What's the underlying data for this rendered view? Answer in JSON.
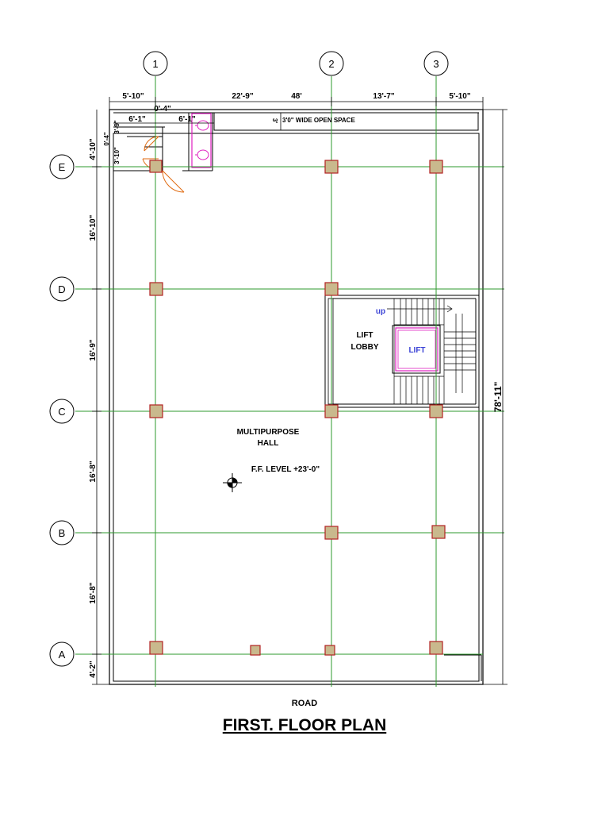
{
  "title": "FIRST. FLOOR PLAN",
  "road_label": "ROAD",
  "grid_columns": [
    "1",
    "2",
    "3"
  ],
  "grid_rows": [
    "E",
    "D",
    "C",
    "B",
    "A"
  ],
  "top_dims": {
    "d1": "5'-10\"",
    "d2": "22'-9\"",
    "d3": "48'",
    "d4": "13'-7\"",
    "d5": "5'-10\"",
    "toilet_a": "6'-1\"",
    "toilet_b": "6'-1\"",
    "wall": "0'-4\""
  },
  "left_dims": {
    "e": "4'-10\"",
    "ed": "16'-10\"",
    "dc": "16'-9\"",
    "cb": "16'-8\"",
    "ba": "16'-8\"",
    "a": "4'-2\"",
    "small1": "3'-9\"",
    "small2": "0'-4\"",
    "small3": "3'-10\""
  },
  "right_dim": "78'-11\"",
  "open_space": {
    "dim": "3'",
    "label": "3'0\" WIDE OPEN SPACE"
  },
  "rooms": {
    "hall_line1": "MULTIPURPOSE",
    "hall_line2": "HALL",
    "level": "F.F. LEVEL +23'-0\"",
    "lobby_line1": "LIFT",
    "lobby_line2": "LOBBY",
    "lift": "LIFT",
    "stair_up": "up"
  },
  "colors": {
    "grid": "#2e9a2e",
    "column_fill": "#c9b98d",
    "column_edge": "#b22222",
    "fixture": "#e020c0",
    "door": "#e06a10",
    "annotation": "#3b43d6"
  }
}
